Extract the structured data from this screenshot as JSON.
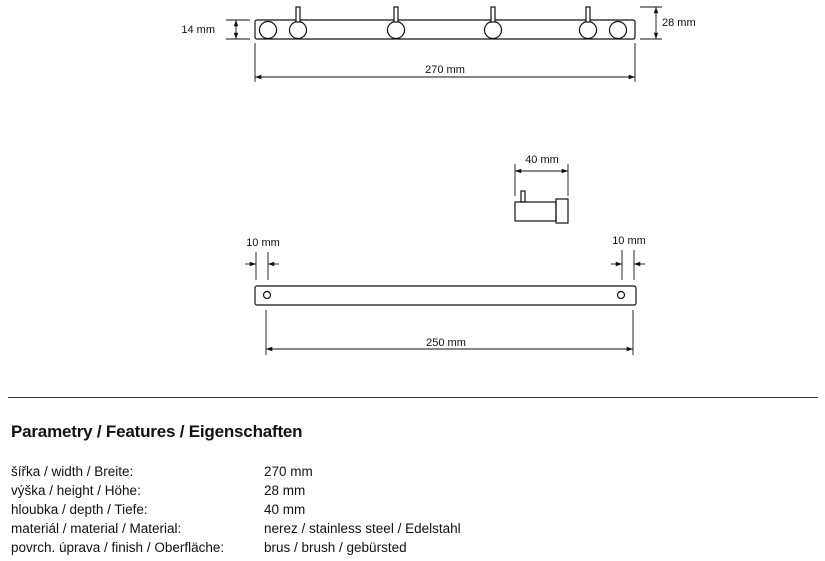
{
  "top_view": {
    "height_left": "14 mm",
    "height_right": "28 mm",
    "width": "270 mm"
  },
  "side_view": {
    "depth": "40 mm"
  },
  "bottom_view": {
    "margin_left": "10 mm",
    "margin_right": "10 mm",
    "hole_spacing": "250 mm"
  },
  "features": {
    "title": "Parametry / Features / Eigenschaften",
    "rows": [
      {
        "label": "šířka / width / Breite:",
        "value": "270 mm"
      },
      {
        "label": "výška / height / Höhe:",
        "value": "28 mm"
      },
      {
        "label": "hloubka / depth / Tiefe:",
        "value": "40 mm"
      },
      {
        "label": "materiál / material / Material:",
        "value": "nerez / stainless steel / Edelstahl"
      },
      {
        "label": "povrch. úprava / finish / Oberfläche:",
        "value": "brus / brush / gebürsted"
      }
    ]
  }
}
